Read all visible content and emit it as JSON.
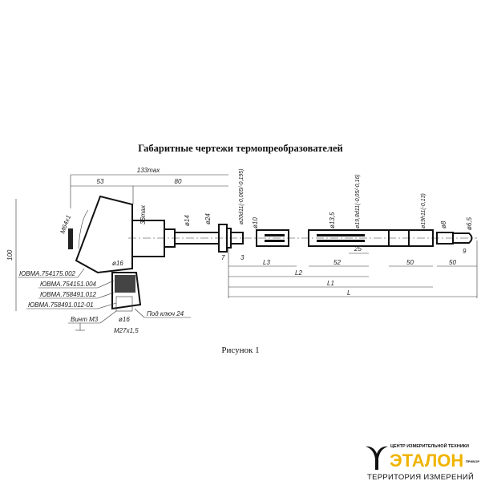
{
  "title": "Габаритные чертежи термопреобразователей",
  "caption": "Рисунок 1",
  "dimensions": {
    "overall_length": "133max",
    "head_width": "53",
    "neck_length": "80",
    "head_height": "36max",
    "thread_cable": "М64х1",
    "height": "100",
    "d14": "ø14",
    "d24": "ø24",
    "d20": "ø20d11(-0,065/-0,195)",
    "d10": "ø10",
    "d13_5": "ø13,5",
    "d19_8": "ø19,8d11(-0,05/-0,16)",
    "d19": "ø19h11(-0,13)",
    "d8": "ø8",
    "d6_5": "ø6,5",
    "d16_top": "ø16",
    "d16_bottom": "ø16",
    "thread_m27": "М27х1,5",
    "dim_7": "7",
    "dim_3": "3",
    "dim_L3": "L3",
    "dim_25": "25",
    "dim_52": "52",
    "dim_50a": "50",
    "dim_50b": "50",
    "dim_9": "9",
    "dim_L2": "L2",
    "dim_L1": "L1",
    "dim_L": "L"
  },
  "callouts": {
    "part1": "ЮВМА.754175.002",
    "part2": "ЮВМА.754151.004",
    "part3": "ЮВМА.758491.012",
    "part4": "ЮВМА.758491.012-01",
    "wrench": "Под ключ 24",
    "screw": "Винт М3"
  },
  "logo": {
    "top": "ЦЕНТР ИЗМЕРИТЕЛЬНОЙ ТЕХНИКИ",
    "name": "ЭТАЛОН",
    "badge": "ПРИБОР",
    "tagline": "ТЕРРИТОРИЯ ИЗМЕРЕНИЙ",
    "accent": "#f0b400"
  }
}
